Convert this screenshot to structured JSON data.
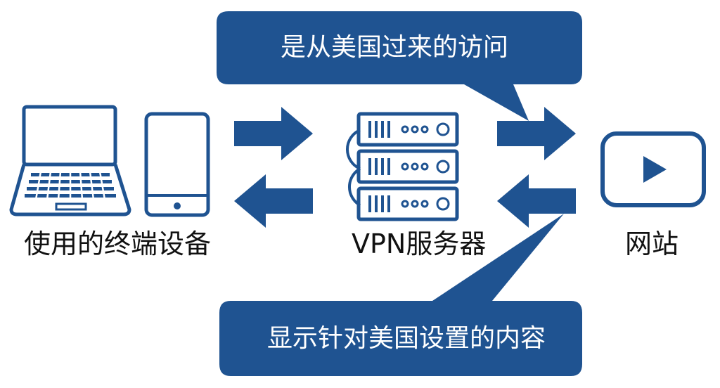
{
  "colors": {
    "primary": "#1f5391",
    "background": "#ffffff",
    "label_text": "#111111",
    "callout_text": "#ffffff"
  },
  "callouts": {
    "top": "是从美国过来的访问",
    "bottom": "显示针对美国设置的内容"
  },
  "labels": {
    "device": "使用的终端设备",
    "vpn": "VPN服务器",
    "website": "网站"
  },
  "icons": [
    "laptop-icon",
    "tablet-icon",
    "server-stack-icon",
    "video-play-icon"
  ]
}
